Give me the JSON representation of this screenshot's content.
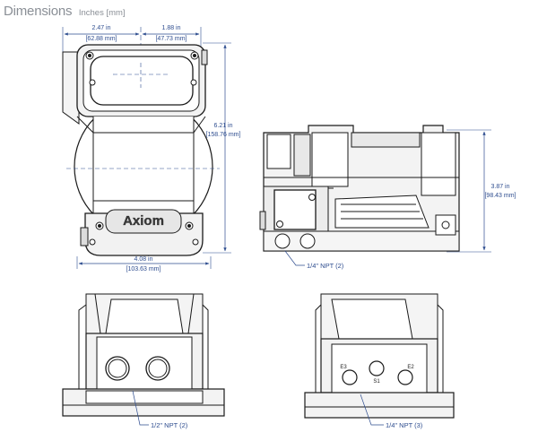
{
  "header": {
    "title": "Dimensions",
    "units": "Inches [mm]"
  },
  "brand": {
    "logo_text": "Axiom"
  },
  "dimensions": {
    "top_left_in": "2.47 in",
    "top_left_mm": "[62.88 mm]",
    "top_right_in": "1.88 in",
    "top_right_mm": "[47.73 mm]",
    "height_in": "6.21 in",
    "height_mm": "[158.76 mm]",
    "width_in": "4.08 in",
    "width_mm": "[103.63 mm]",
    "side_height_in": "3.87 in",
    "side_height_mm": "[98.43 mm]"
  },
  "callouts": {
    "side_npt": "1/4\" NPT (2)",
    "front_npt": "1/2\" NPT (2)",
    "rear_npt": "1/4\" NPT (3)"
  },
  "port_labels": {
    "e3": "E3",
    "s1": "S1",
    "e2": "E2"
  },
  "colors": {
    "dimension": "#2e4d8f",
    "outline": "#1a1a1a",
    "header": "#8a8f96"
  }
}
